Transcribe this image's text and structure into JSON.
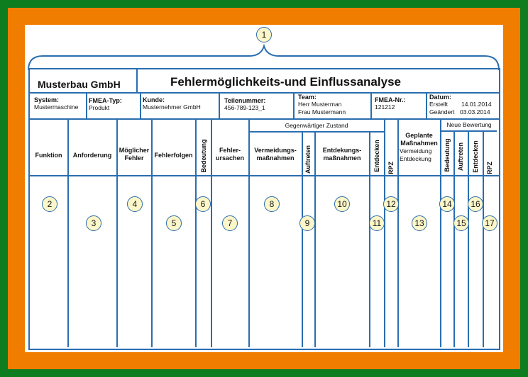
{
  "header": {
    "company": "Musterbau GmbH",
    "title": "Fehlermöglichkeits-und Einflussanalyse"
  },
  "info": {
    "system_label": "System:",
    "system_value": "Mustermaschine",
    "fmea_typ_label": "FMEA-Typ:",
    "fmea_typ_value": "Produkt",
    "kunde_label": "Kunde:",
    "kunde_value": "Musternehmer GmbH",
    "teilenummer_label": "Teilenummer:",
    "teilenummer_value": "456-789-123_1",
    "team_label": "Team:",
    "team_members": [
      "Herr Musterman",
      "Frau Mustermann"
    ],
    "fmea_nr_label": "FMEA-Nr.:",
    "fmea_nr_value": "121212",
    "datum_label": "Datum:",
    "erstellt_label": "Erstellt",
    "erstellt_value": "14.01.2014",
    "geaendert_label": "Geändert",
    "geaendert_value": "03.03.2014"
  },
  "group_headers": {
    "current": "Gegenwärtiger Zustand",
    "new": "Neue Bewertung"
  },
  "columns": {
    "funktion": "Funktion",
    "anforderung": "Anforderung",
    "moeglicher_1": "Möglicher",
    "moeglicher_2": "Fehler",
    "fehlerfolgen": "Fehlerfolgen",
    "bedeutung": "Bedeutung",
    "ursachen_1": "Fehler-",
    "ursachen_2": "ursachen",
    "vermeidung_1": "Vermeidungs-",
    "vermeidung_2": "maßnahmen",
    "auftreten": "Auftreten",
    "entdeckung_1": "Entdekungs-",
    "entdeckung_2": "maßnahmen",
    "entdecken": "Entdecken",
    "rpz": "RPZ",
    "geplante_1": "Geplante",
    "geplante_2": "Maßnahmen",
    "geplante_3": "Vermeidung",
    "geplante_4": "Entdeckung",
    "bedeutung_new": "Bedeutung",
    "auftreten_new": "Auftreten",
    "entdecken_new": "Entdecken",
    "rpz_new": "RPZ"
  },
  "markers": [
    "1",
    "2",
    "3",
    "4",
    "5",
    "6",
    "7",
    "8",
    "9",
    "10",
    "11",
    "12",
    "13",
    "14",
    "15",
    "16",
    "17"
  ],
  "colors": {
    "line": "#2a6eb0",
    "marker_fill": "#fdf6c8",
    "frame_outer": "#0d7d1f",
    "frame_inner": "#f07c00"
  }
}
